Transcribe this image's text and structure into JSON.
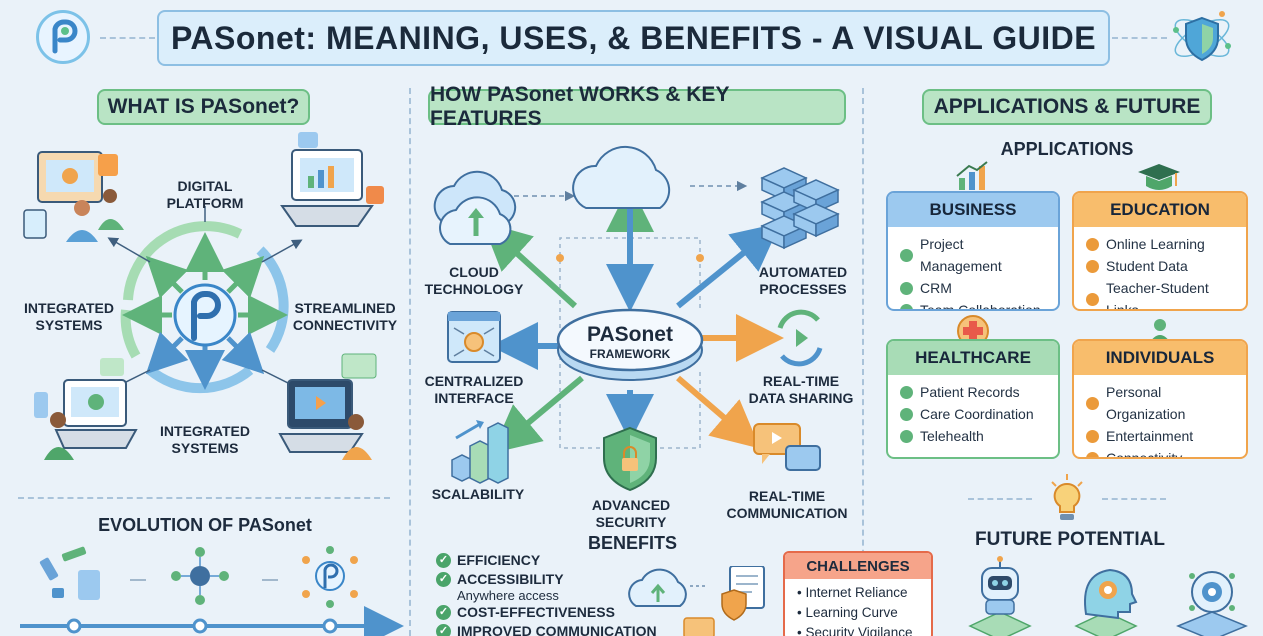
{
  "header": {
    "title": "PASonet: MEANING, USES, & BENEFITS - A VISUAL GUIDE",
    "logo_letter": "P"
  },
  "sections": {
    "what": "WHAT IS PASonet?",
    "how": "HOW PASonet WORKS & KEY FEATURES",
    "apps": "APPLICATIONS & FUTURE"
  },
  "what": {
    "labels": {
      "top": "DIGITAL PLATFORM",
      "left": "INTEGRATED SYSTEMS",
      "right": "STREAMLINED CONNECTIVITY",
      "bottom": "INTEGRATED SYSTEMS"
    },
    "evolution_title": "EVOLUTION OF PASonet"
  },
  "how": {
    "framework_title": "PASonet",
    "framework_sub": "FRAMEWORK",
    "features": {
      "cloud": "CLOUD TECHNOLOGY",
      "automated": "AUTOMATED PROCESSES",
      "centralized": "CENTRALIZED INTERFACE",
      "realtime_data": "REAL-TIME DATA SHARING",
      "scalability": "SCALABILITY",
      "security": "ADVANCED SECURITY",
      "realtime_comm": "REAL-TIME COMMUNICATION"
    },
    "benefits_title": "BENEFITS",
    "benefits": [
      {
        "label": "EFFICIENCY",
        "sub": ""
      },
      {
        "label": "ACCESSIBILITY",
        "sub": "Anywhere access"
      },
      {
        "label": "COST-EFFECTIVENESS",
        "sub": ""
      },
      {
        "label": "IMPROVED COMMUNICATION",
        "sub": ""
      }
    ],
    "challenges_title": "CHALLENGES",
    "challenges": [
      "Internet Reliance",
      "Learning Curve",
      "Security Vigilance"
    ]
  },
  "apps": {
    "applications_title": "APPLICATIONS",
    "cards": {
      "business": {
        "title": "BUSINESS",
        "items": [
          "Project Management",
          "CRM",
          "Team Collaboration"
        ]
      },
      "education": {
        "title": "EDUCATION",
        "items": [
          "Online Learning",
          "Student Data",
          "Teacher-Student Links"
        ]
      },
      "healthcare": {
        "title": "HEALTHCARE",
        "items": [
          "Patient Records",
          "Care Coordination",
          "Telehealth"
        ]
      },
      "individuals": {
        "title": "INDIVIDUALS",
        "items": [
          "Personal Organization",
          "Entertainment",
          "Connectivity"
        ]
      }
    },
    "future_title": "FUTURE POTENTIAL"
  },
  "colors": {
    "green": "#6cbf85",
    "blue": "#6aa3d8",
    "orange": "#f0a44c",
    "navy": "#1d2b3d"
  }
}
